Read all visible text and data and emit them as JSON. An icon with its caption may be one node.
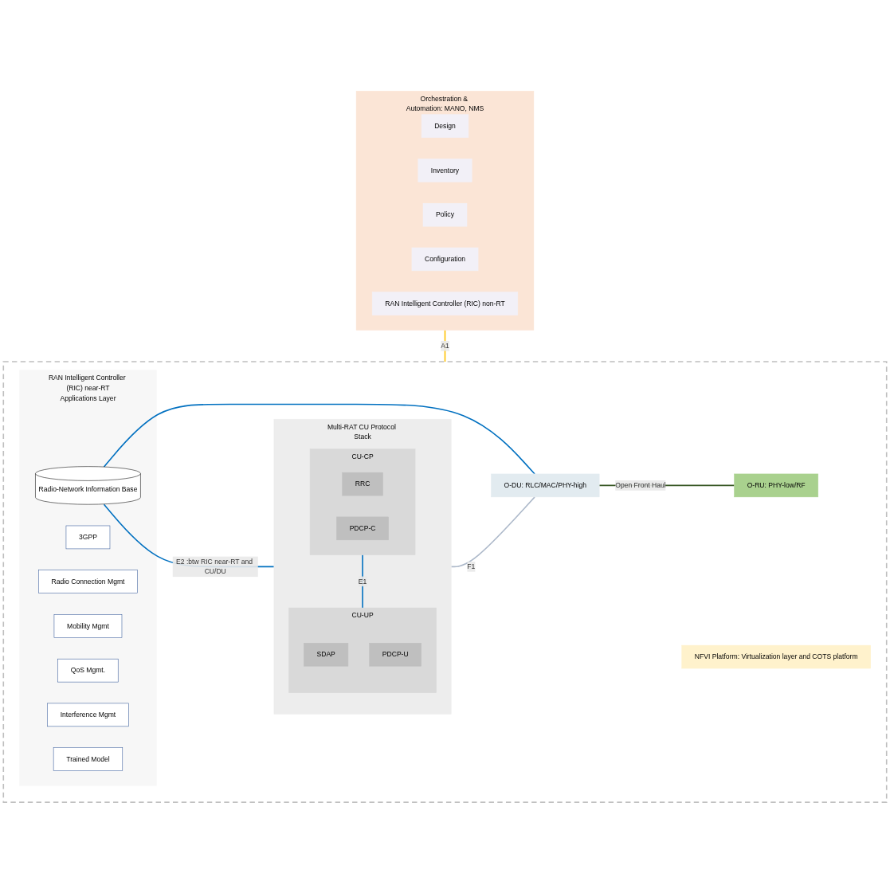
{
  "diagram": {
    "nodes": [
      {
        "text": [
          "Orchestration & Automation: MANO, NMS"
        ]
      },
      {
        "text": [
          "Design"
        ],
        "in": 0
      },
      {
        "text": [
          "Inventory"
        ],
        "in": 0
      },
      {
        "text": [
          "Policy"
        ],
        "in": 0
      },
      {
        "text": [
          "Configuration"
        ],
        "in": 0
      },
      {
        "text": [
          "RAN Intelligent Controller (RIC) non-RT"
        ],
        "in": 0
      },
      {
        "text": [],
        "shape": "box"
      },
      {
        "text": [
          "RAN Intelligent Controller (RIC) near-RT",
          "Applications Layer"
        ],
        "in": 6
      },
      {
        "text": [
          "3GPP"
        ],
        "in": 7
      },
      {
        "text": [
          "Radio Connection Mgmt"
        ],
        "in": 7
      },
      {
        "text": [
          "Mobility Mgmt"
        ],
        "in": 7
      },
      {
        "text": [
          "QoS Mgmt."
        ],
        "in": 7
      },
      {
        "text": [
          "Interference Mgmt"
        ],
        "in": 7
      },
      {
        "text": [
          "Trained Model"
        ],
        "in": 7
      },
      {
        "text": [
          "Radio-Network Information Base"
        ],
        "in": 7
      },
      {
        "text": [
          "Multi-RAT CU Protocol Stack"
        ],
        "in": 6
      },
      {
        "text": [
          "CU-CP"
        ],
        "in": 15
      },
      {
        "text": [
          "RRC"
        ],
        "in": 16
      },
      {
        "text": [
          "PDCP-C"
        ],
        "in": 16
      },
      {
        "text": [
          "CU-UP"
        ],
        "in": 15
      },
      {
        "text": [
          "SDAP"
        ],
        "in": 19
      },
      {
        "text": [
          "PDCP-U"
        ],
        "in": 19
      },
      {
        "text": [
          "NFVI Platform: Virtualization layer and COTS platform"
        ],
        "in": 6
      },
      {
        "text": [
          "O-DU: RLC/MAC/PHY-high"
        ],
        "in": 6
      },
      {
        "text": [
          "O-RU: PHY-low/RF"
        ],
        "in": 6
      }
    ],
    "edges": [
      {
        "from": 0,
        "to": 6,
        "arrow": "none",
        "label": "A1",
        "color": "#ffc000"
      },
      {
        "from": 14,
        "to": 15,
        "arrow": "none",
        "label": "E2 :btw RIC near-RT and CU/DU"
      },
      {
        "from": 14,
        "to": 23,
        "arrow": "none"
      },
      {
        "from": 16,
        "to": 19,
        "arrow": "none",
        "label": "E1"
      },
      {
        "from": 15,
        "to": 23,
        "arrow": "none",
        "label": "F1",
        "color": "#adb9ca"
      },
      {
        "from": 23,
        "to": 24,
        "arrow": "none",
        "label": "Open Front Haul",
        "color": "#375623"
      }
    ]
  }
}
